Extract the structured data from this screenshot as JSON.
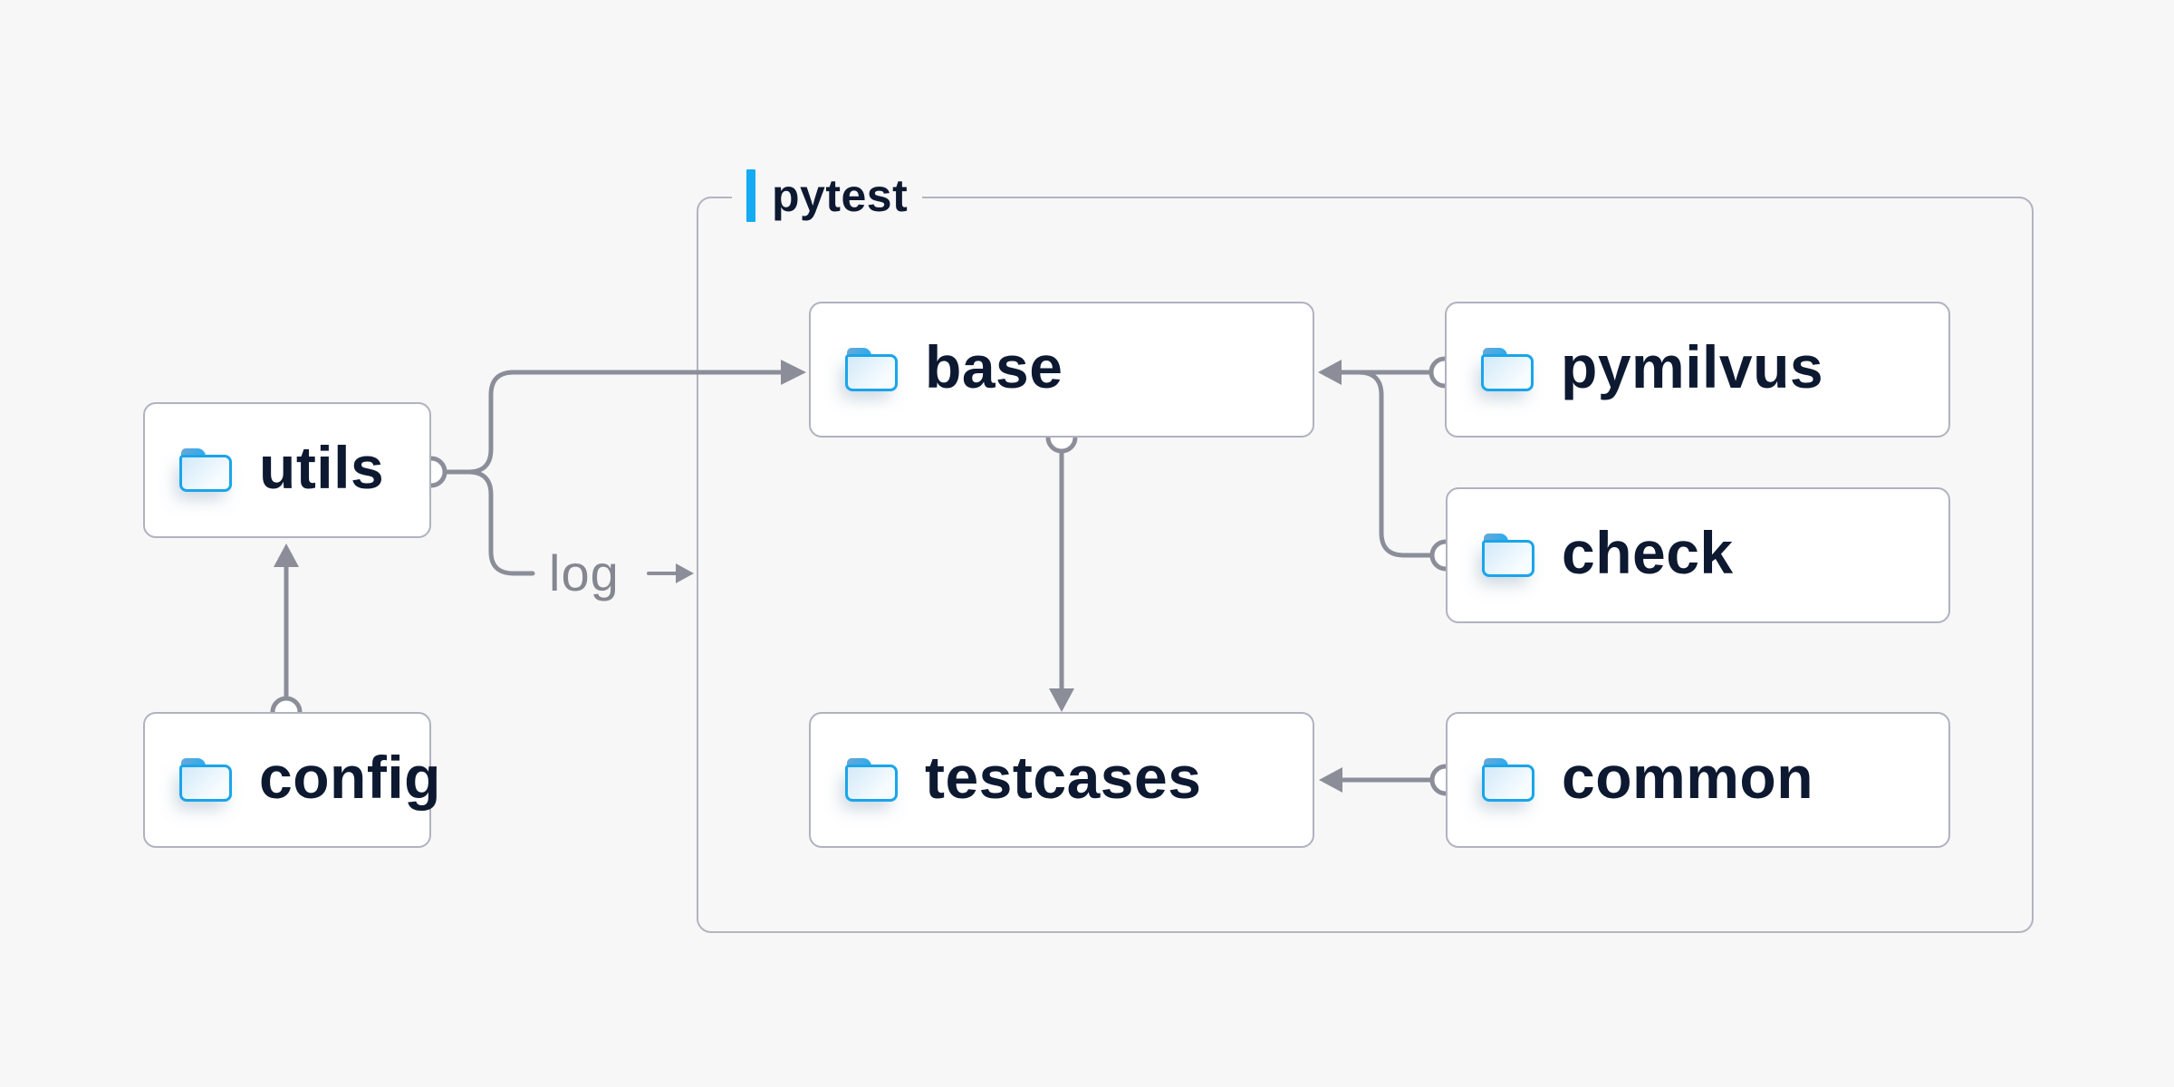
{
  "container": {
    "label": "pytest",
    "accent_color": "#14abf2",
    "border_color": "#b3b4c0"
  },
  "nodes": {
    "utils": {
      "label": "utils",
      "icon": "folder-icon"
    },
    "config": {
      "label": "config",
      "icon": "folder-icon"
    },
    "base": {
      "label": "base",
      "icon": "folder-icon"
    },
    "pymilvus": {
      "label": "pymilvus",
      "icon": "folder-icon"
    },
    "check": {
      "label": "check",
      "icon": "folder-icon"
    },
    "testcases": {
      "label": "testcases",
      "icon": "folder-icon"
    },
    "common": {
      "label": "common",
      "icon": "folder-icon"
    }
  },
  "labels": {
    "log": "log"
  },
  "edges": [
    {
      "from": "utils",
      "to": "base"
    },
    {
      "from": "utils",
      "to": "pytest-container",
      "label": "log"
    },
    {
      "from": "config",
      "to": "utils"
    },
    {
      "from": "base",
      "to": "testcases"
    },
    {
      "from": "pymilvus",
      "to": "base"
    },
    {
      "from": "check",
      "to": "base"
    },
    {
      "from": "common",
      "to": "testcases"
    }
  ],
  "colors": {
    "background": "#f7f7f8",
    "node_background": "#ffffff",
    "node_border": "#b0b2bf",
    "node_text": "#0d1930",
    "connector": "#8b8e99",
    "muted_text": "#84878f",
    "accent_blue": "#14abf2",
    "folder_blue": "#1aa5ea"
  }
}
